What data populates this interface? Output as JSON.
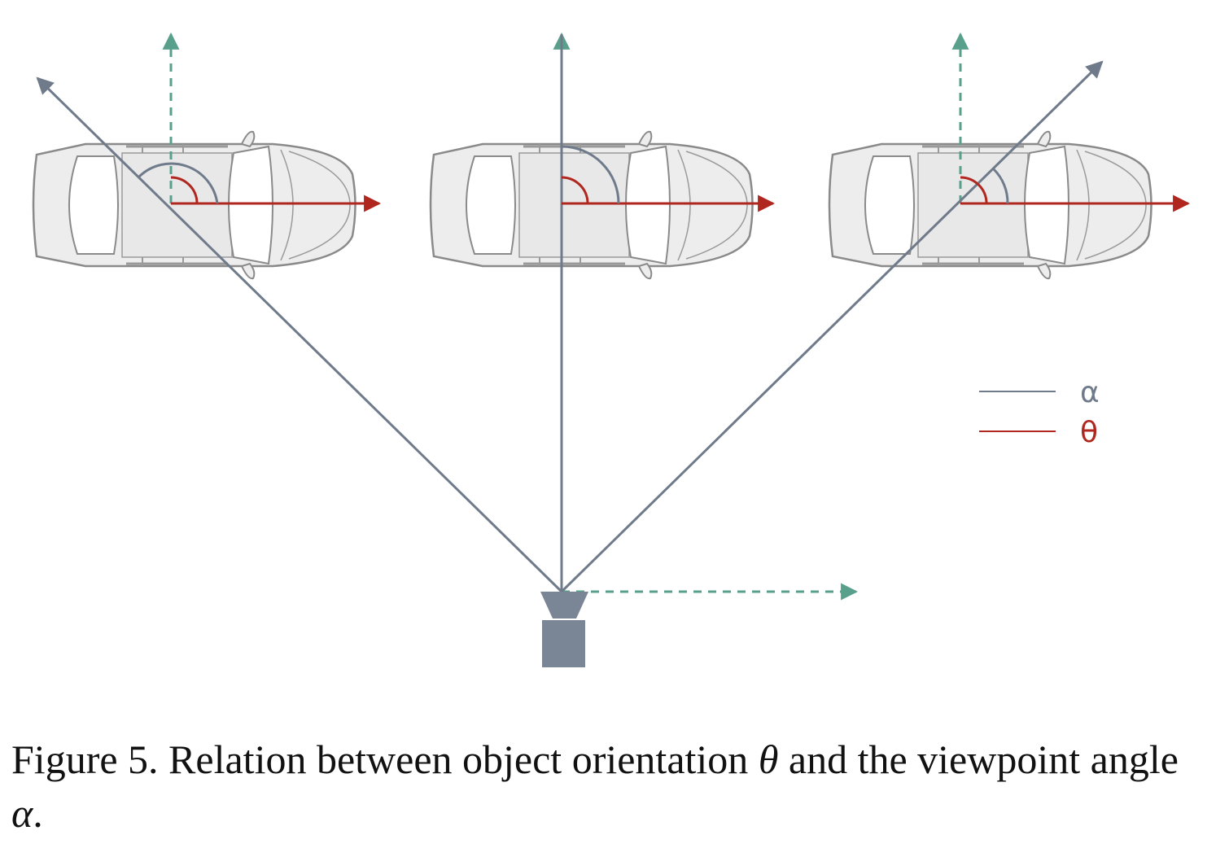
{
  "legend": [
    {
      "symbol": "α",
      "color": "#6f7b8b"
    },
    {
      "symbol": "θ",
      "color": "#b0271f"
    }
  ],
  "colors": {
    "ray": "#6f7b8b",
    "orientation": "#b0271f",
    "reference": "#58a08c",
    "camera": "#7a8596",
    "car_outline": "#8a8a8a",
    "car_fill": "#ededed"
  },
  "icons": [
    "car-icon",
    "camera-icon"
  ],
  "caption": {
    "label": "Figure 5.",
    "text_before": " Relation between object orientation ",
    "theta": "θ",
    "text_middle": " and the viewpoint angle ",
    "alpha": "α",
    "text_after": "."
  }
}
